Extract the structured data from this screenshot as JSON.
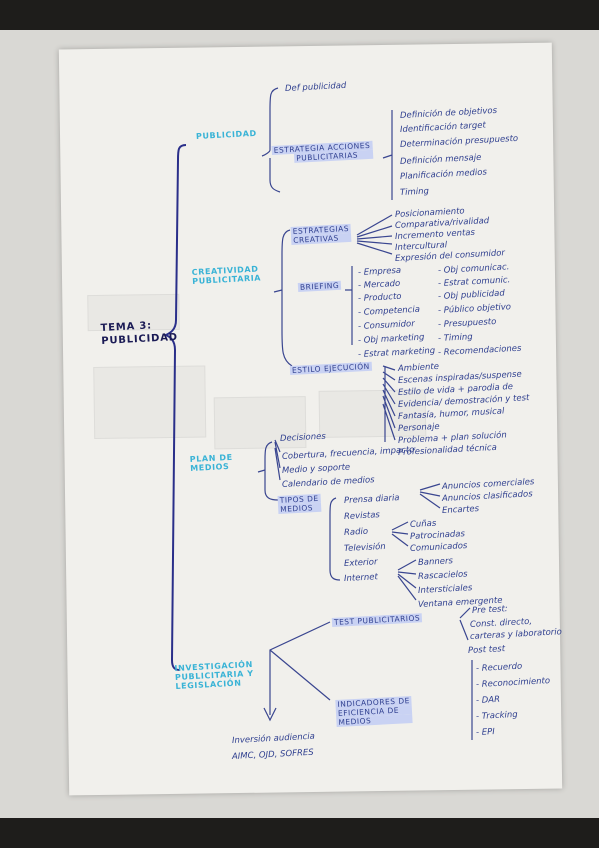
{
  "title": [
    "TEMA 3:",
    "PUBLICIDAD"
  ],
  "branches": {
    "publicidad": {
      "label": "PUBLICIDAD",
      "def": "Def publicidad",
      "estrategia": [
        "ESTRATEGIA ACCIONES",
        "PUBLICITARIAS"
      ],
      "estrategia_items": [
        "Definición de objetivos",
        "Identificación target",
        "Determinación presupuesto",
        "Definición mensaje",
        "Planificación medios",
        "Timing"
      ]
    },
    "creatividad": {
      "label": [
        "CREATIVIDAD",
        "PUBLICITARIA"
      ],
      "estrategias_creativas": [
        "ESTRATEGIAS",
        "CREATIVAS"
      ],
      "estrategias_items": [
        "Posicionamiento",
        "Comparativa/rivalidad",
        "Incremento ventas",
        "Intercultural",
        "Expresión del consumidor"
      ],
      "briefing": "BRIEFING",
      "briefing_left": [
        "- Empresa",
        "- Mercado",
        "- Producto",
        "- Competencia",
        "- Consumidor",
        "- Obj marketing",
        "- Estrat marketing"
      ],
      "briefing_right": [
        "- Obj comunicac.",
        "- Estrat comunic.",
        "- Obj publicidad",
        "- Público objetivo",
        "- Presupuesto",
        "- Timing",
        "- Recomendaciones"
      ],
      "estilo": "ESTILO EJECUCIÓN",
      "estilo_items": [
        "Ambiente",
        "Escenas inspiradas/suspense",
        "Estilo de vida + parodia de",
        "Evidencia/ demostración y test",
        "Fantasía, humor, musical",
        "Personaje",
        "Problema + plan solución",
        "Profesionalidad técnica"
      ]
    },
    "medios": {
      "label": [
        "PLAN DE",
        "MEDIOS"
      ],
      "plan_items": [
        "Decisiones",
        "Cobertura, frecuencia, impacto",
        "Medio y soporte",
        "Calendario de medios"
      ],
      "tipos": [
        "TIPOS DE",
        "MEDIOS"
      ],
      "tipos_items": [
        "Prensa diaria",
        "Revistas",
        "Radio",
        "Televisión",
        "Exterior",
        "Internet"
      ],
      "prensa_sub": [
        "Anuncios comerciales",
        "Anuncios clasificados",
        "Encartes"
      ],
      "radio_sub": [
        "Cuñas",
        "Patrocinadas",
        "Comunicados"
      ],
      "internet_sub": [
        "Banners",
        "Rascacielos",
        "Intersticiales",
        "Ventana emergente"
      ]
    },
    "investigacion": {
      "label": [
        "INVESTIGACIÓN",
        "PUBLICITARIA Y",
        "LEGISLACIÓN"
      ],
      "test": "TEST PUBLICITARIOS",
      "test_items": [
        "Pre test:",
        "Const. directo,",
        "carteras y laboratorio",
        "Post test",
        "- Recuerdo",
        "- Reconocimiento",
        "- DAR",
        "- Tracking",
        "- EPI"
      ],
      "indicadores": [
        "INDICADORES DE",
        "EFICIENCIA DE",
        "MEDIOS"
      ],
      "inversion": [
        "Inversión audiencia",
        "AIMC, OJD, SOFRES"
      ]
    }
  },
  "colors": {
    "ink": "#2f3f8f",
    "cyan": "#39b3d6",
    "highlight": "#c9d2f3",
    "paper": "#f1f0ec"
  }
}
